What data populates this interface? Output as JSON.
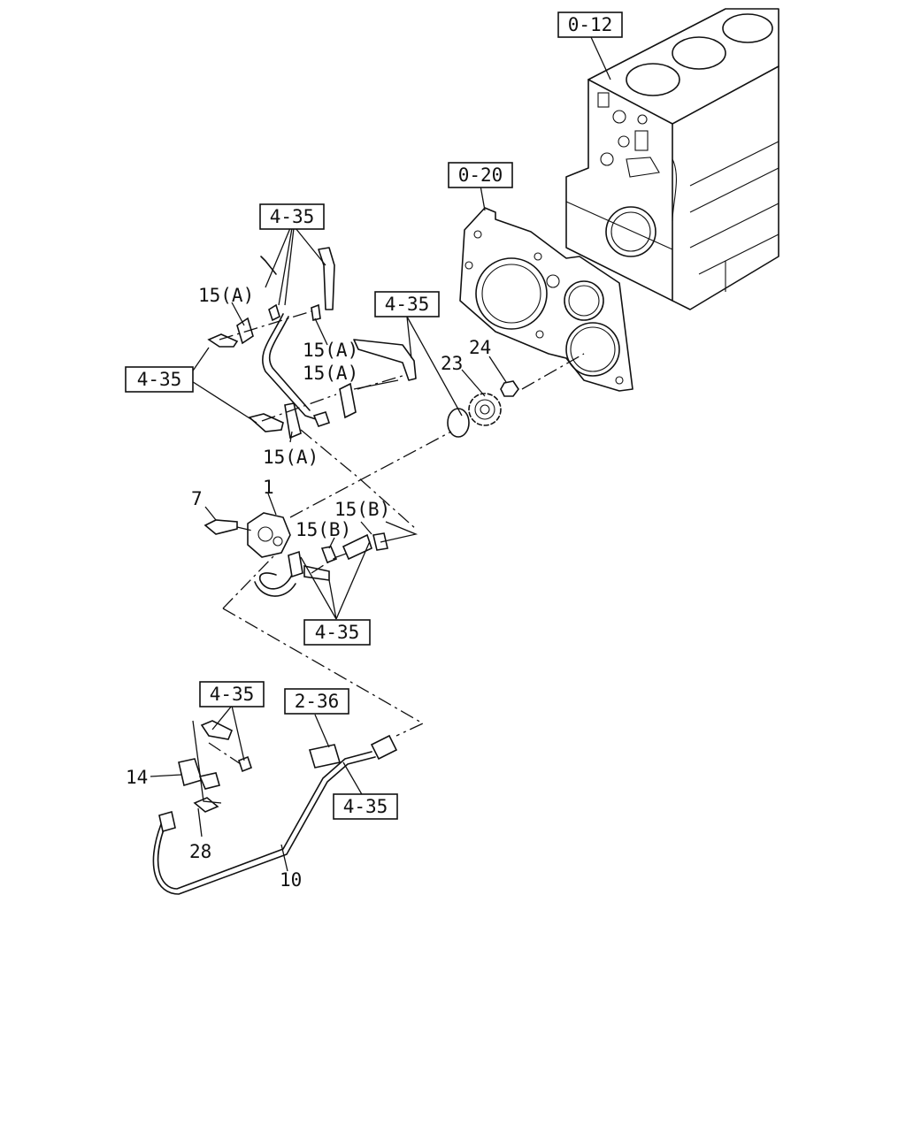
{
  "refs": {
    "r012": "0-12",
    "r020": "0-20",
    "r435_top": "4-35",
    "r435_left": "4-35",
    "r435_mid": "4-35",
    "r435_pump": "4-35",
    "r435_sensor": "4-35",
    "r236": "2-36",
    "r435_pipe": "4-35"
  },
  "parts": {
    "p15a_1": "15(A)",
    "p15a_2": "15(A)",
    "p15a_3": "15(A)",
    "p15a_4": "15(A)",
    "p15b_1": "15(B)",
    "p15b_2": "15(B)",
    "p1": "1",
    "p7": "7",
    "p23": "23",
    "p24": "24",
    "p14": "14",
    "p28": "28",
    "p10": "10"
  }
}
